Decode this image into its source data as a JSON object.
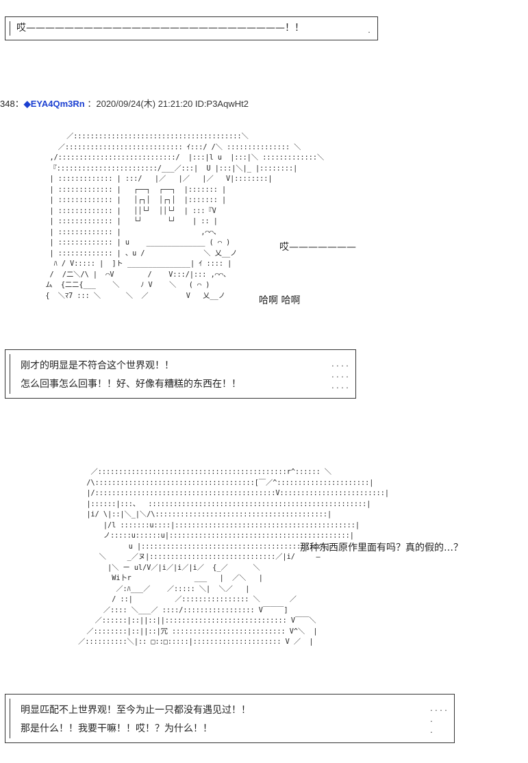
{
  "box1": {
    "lines": [
      "哎———————————————————————————！！"
    ],
    "dots": "."
  },
  "post": {
    "number": "348",
    "sep": "：",
    "diamond": "◆",
    "name": "EYA4Qm3Rn",
    "colon": "：",
    "datetime": "2020/09/24(木) 21:21:20",
    "id": "ID:P3AqwHt2"
  },
  "aa1": {
    "art": "        ／::::::::::::::::::::::::::::::::::::::::＼\n      ／:::::::::::::::::::::::::::: ｲ:::/ /＼ ::::::::::::::: ＼\n    ,/::::::::::::::::::::::::::::/  |:::|l u  |:::|＼ :::::::::::::＼\n    『::::::::::::::::::::::::/___／:::|  U |:::|＼|_ |::::::::|\n    | ::::::::::::: | :::/   |／   |／   |／   V|::::::::|\n    | ::::::::::::: |   ┌──┐  ┌──┐  |::::::: |\n    | ::::::::::::: |   │┌┐│  │┌┐│  |::::::: |\n    | ::::::::::::: |   ││└┘  ││└┘  | :::『V\n    | ::::::::::::: |   └┘      └┘    | :: |\n    | ::::::::::::: |                   ,⌒⌒、\n    | ::::::::::::: | u    ______________ ( ⌒ )\n    | ::::::::::::: | 、u /              ＼ 乂__ノ\n     ﾊ / V::::: |  ]ト _______________| ｲ :::: |\n    /  /二＼/\\ |  ⌒V        /    V:::/|::: ,⌒⌒、\n   ム  {二二{___    ＼     ﾉ V    ＼   ( ⌒ )\n   {  ＼ﾏ7 ::: ＼      ＼  ／         V   乂__ノ",
    "side_text_1": "哎———————",
    "side_text_2": "哈啊  哈啊"
  },
  "box2": {
    "lines": [
      "刚才的明显是不符合这个世界观！！",
      "怎么回事怎么回事！！好、好像有糟糕的东西在！！"
    ],
    "dots": "....\n....\n...."
  },
  "aa2": {
    "art": "    ／:::::::::::::::::::::::::::::::::::::::::::::r^:::::: ＼\n   /\\::::::::::::::::::::::::::::::::::::::[￣／^::::::::::::::::::::::|\n   |/:::::::::::::::::::::::::::::::::::::::::::V:::::::::::::::::::::::::|\n   |::::::|:::、  ::::::::::::::::::::::::::::::::::::::::::::::::::::|\n   |i/ \\|::|＼_|＼/\\:::::::::::::::::::::::::::::::::::::::::|\n       |/l :::::::u::::|:::::::::::::::::::::::::::::::::::::::::::|\n       ノ:::::u::::::u|:::::::::::::::::::::::::::::::::::::::::::|\n             u |::::::::::::::::::::::::::::::::::::::::::::|\n      ＼     _／ヌ|::::::::::::::::::::::::::::::／|i/     ―\n        |＼ ー ul/V／|i／|i／|i／  {_／      ＼\n         Wi卜r               ___   |  ／＼   |\n          ／:ﾊ___／    ／::::: ＼|  ＼／   |\n         / ::|          ／:::::::::::::::: ＼       ／\n       ／:::: ＼___／ ::::/::::::::::::::::: V￣￣￣]\n     ／::::::|::||::||::::::::::::::::::::::::::::: V￣￣＼\n   ／::::::::|::||::|冗 ::::::::::::::::::::::::::: V^＼  |\n ／::::::::::＼|:: □::□:::::|::::::::::::::::::::: V ／  |",
    "side_text": "那种东西原作里面有吗？真的假的…？"
  },
  "box3": {
    "lines": [
      "明显匹配不上世界观！至今为止一只都没有遇见过！！",
      "那是什么！！我要干嘛！！哎！？为什么！！"
    ],
    "dots": "....\n.\n."
  }
}
